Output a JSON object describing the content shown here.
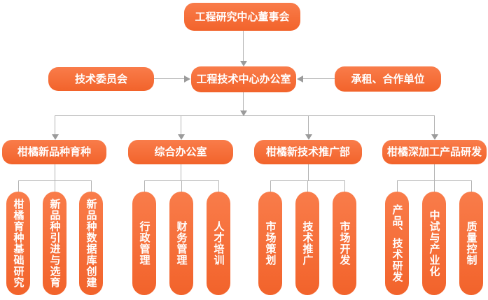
{
  "colors": {
    "node_orange": "#F2632B",
    "node_orange_light": "#F97C4A",
    "connector_gray": "#B3B3B3",
    "arrow_gray": "#9B9B9B",
    "text_white": "#FFFFFF",
    "background": "#FFFFFF"
  },
  "org": {
    "board": "工程研究中心董事会",
    "committee": "技术委员会",
    "office": "工程技术中心办公室",
    "partners": "承租、合作单位",
    "departments": [
      {
        "name": "柑橘新品种育种",
        "children": [
          "柑橘育种基础研究",
          "新品种引进与选育",
          "新品种数据库创建"
        ]
      },
      {
        "name": "综合办公室",
        "children": [
          "行政管理",
          "财务管理",
          "人才培训"
        ]
      },
      {
        "name": "柑橘新技术推广部",
        "children": [
          "市场策划",
          "技术推广",
          "市场开发"
        ]
      },
      {
        "name": "柑橘深加工产品研发",
        "children": [
          "产品、技术研发",
          "中试与产业化",
          "质量控制"
        ]
      }
    ]
  }
}
